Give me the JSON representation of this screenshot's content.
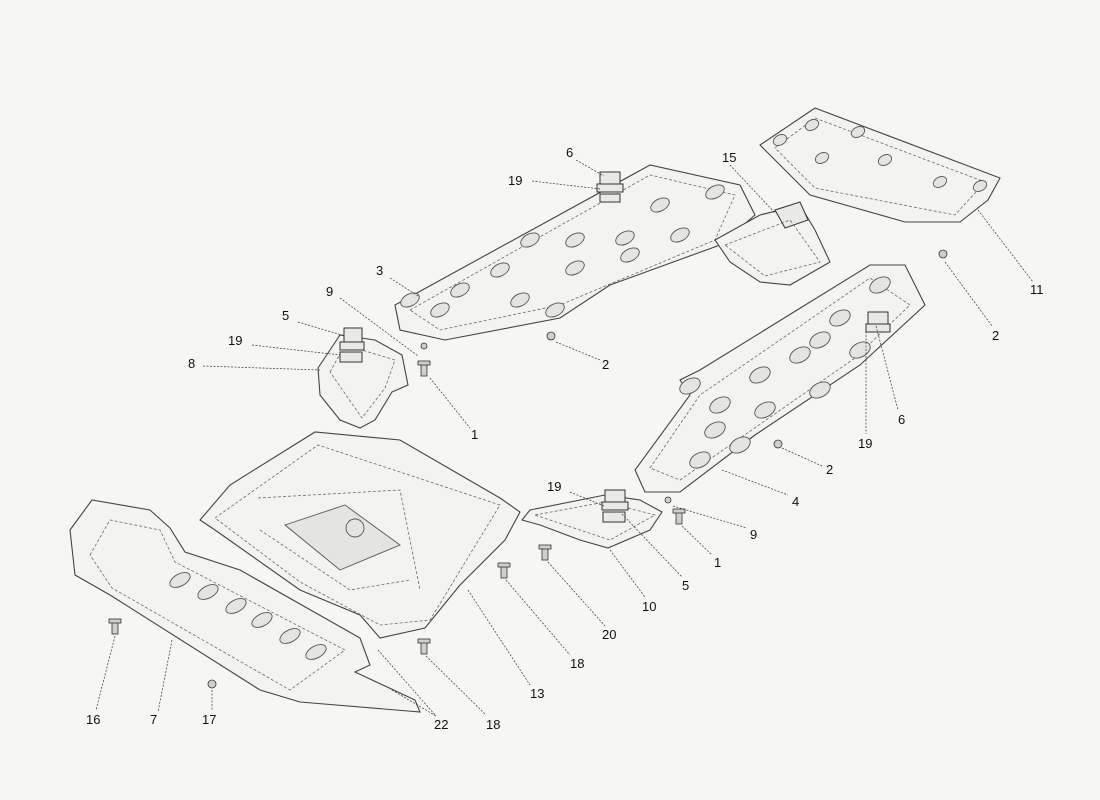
{
  "callouts": {
    "c1a": "1",
    "c1b": "1",
    "c2a": "2",
    "c2b": "2",
    "c2c": "2",
    "c3": "3",
    "c4": "4",
    "c5a": "5",
    "c5b": "5",
    "c6a": "6",
    "c6b": "6",
    "c7": "7",
    "c8": "8",
    "c9a": "9",
    "c9b": "9",
    "c10": "10",
    "c11": "11",
    "c13": "13",
    "c15": "15",
    "c16": "16",
    "c17": "17",
    "c18a": "18",
    "c18b": "18",
    "c19a": "19",
    "c19b": "19",
    "c19c": "19",
    "c19d": "19",
    "c20": "20",
    "c22": "22"
  }
}
